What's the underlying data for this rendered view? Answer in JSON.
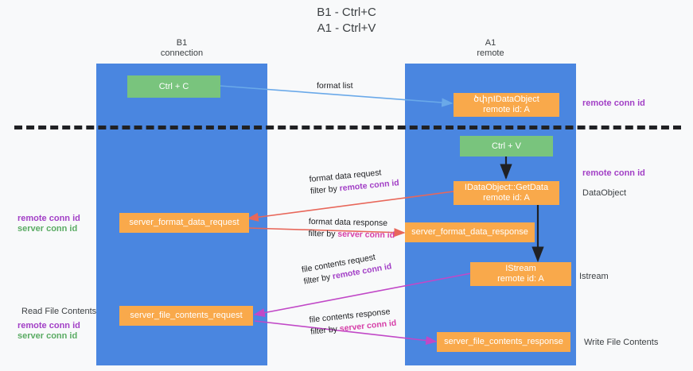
{
  "diagram": {
    "title": "B1 - Ctrl+C\nA1 - Ctrl+V",
    "lanes": [
      {
        "id": "b1",
        "title": "B1\nconnection",
        "color": "#4a86e0"
      },
      {
        "id": "a1",
        "title": "A1\nremote",
        "color": "#4a86e0"
      }
    ],
    "colors": {
      "lane": "#4a86e0",
      "node_orange": "#f9a94b",
      "node_green": "#79c47d",
      "remote_conn_id": "#a23fc6",
      "server_conn_id_left": "#5aab63",
      "server_conn_id_edge": "#d63fa8",
      "divider": "#202124",
      "arrow_format_list": "#6aa9e9",
      "arrow_format_data": "#e8675a",
      "arrow_file_contents": "#c148c7",
      "arrow_black": "#202124",
      "background": "#f8f9fa"
    },
    "nodes": [
      {
        "id": "ctrl-c",
        "label": "Ctrl + C",
        "style": "green"
      },
      {
        "id": "idataobject-remote",
        "label": "ծփրIDataObject\nremote id: A",
        "style": "orange"
      },
      {
        "id": "ctrl-v",
        "label": "Ctrl + V",
        "style": "green"
      },
      {
        "id": "idataobject-getdata",
        "label": "IDataObject::GetData\nremote id: A",
        "style": "orange"
      },
      {
        "id": "server-format-data-request",
        "label": "server_format_data_request",
        "style": "orange"
      },
      {
        "id": "server-format-data-response",
        "label": "server_format_data_response",
        "style": "orange"
      },
      {
        "id": "istream",
        "label": "IStream\nremote id: A",
        "style": "orange"
      },
      {
        "id": "server-file-contents-request",
        "label": "server_file_contents_request",
        "style": "orange"
      },
      {
        "id": "server-file-contents-response",
        "label": "server_file_contents_response",
        "style": "orange"
      }
    ],
    "edges": [
      {
        "id": "format-list",
        "line1": "format list",
        "line2": "",
        "color": "#6aa9e9"
      },
      {
        "id": "format-data-request",
        "line1": "format data request",
        "line2_prefix": "filter by ",
        "line2_key": "remote conn id",
        "color": "#e8675a"
      },
      {
        "id": "format-data-response",
        "line1": "format data response",
        "line2_prefix": "filter by ",
        "line2_key": "server conn id",
        "color": "#e8675a"
      },
      {
        "id": "file-contents-request",
        "line1": "file contents request",
        "line2_prefix": "filter by ",
        "line2_key": "remote conn id",
        "color": "#c148c7"
      },
      {
        "id": "file-contents-response",
        "line1": "file contents response",
        "line2_prefix": "filter by ",
        "line2_key": "server conn id",
        "color": "#c148c7"
      }
    ],
    "annotations": {
      "right_top_conn": "remote conn id",
      "right_mid_conn": "remote conn id",
      "right_dataobject": "DataObject",
      "right_istream": "Istream",
      "right_write_file_contents": "Write File Contents",
      "left_remote_conn": "remote conn id",
      "left_server_conn": "server conn id",
      "left_read_file_contents": "Read File Contents",
      "left_remote_conn_2": "remote conn id",
      "left_server_conn_2": "server conn id"
    },
    "labels": {
      "filter_by": "filter by "
    }
  }
}
